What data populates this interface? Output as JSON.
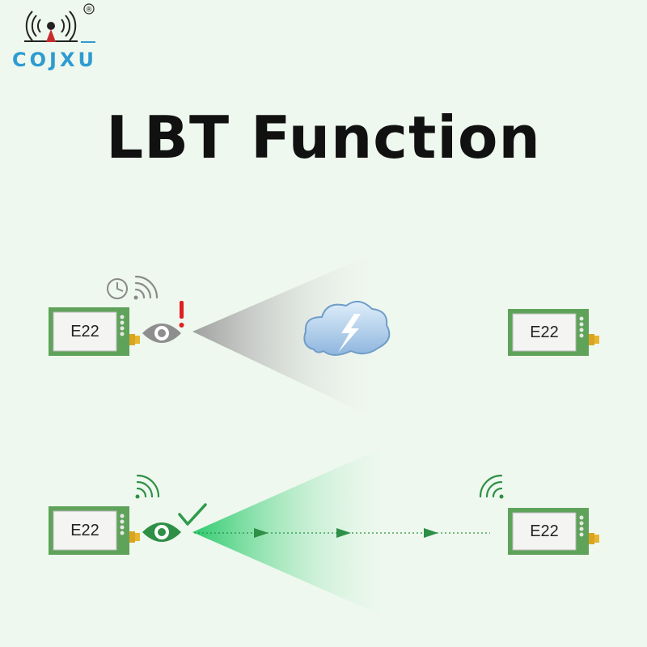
{
  "brand": {
    "name": "COJXU",
    "registered_mark": "®",
    "color": "#2f9bd1"
  },
  "title": "LBT Function",
  "scenarios": [
    {
      "state": "busy",
      "transmitter": {
        "label": "E22"
      },
      "receiver": {
        "label": "E22"
      },
      "listen_icon": "eye-icon",
      "status_icon": "exclamation-icon",
      "status_color": "#e02020",
      "extra_icons": [
        "clock-icon",
        "signal-waves-icon"
      ],
      "interference_icon": "cloud-lightning-icon"
    },
    {
      "state": "clear",
      "transmitter": {
        "label": "E22"
      },
      "receiver": {
        "label": "E22"
      },
      "listen_icon": "eye-icon",
      "status_icon": "check-icon",
      "status_color": "#2e9a4a",
      "extra_icons": [
        "signal-waves-icon",
        "signal-waves-icon"
      ],
      "arrow_icon": "arrow-right-icon"
    }
  ],
  "colors": {
    "background": "#eef8ee",
    "module_green": "#5fa35a",
    "beam_gray": "#b8b8b8",
    "beam_green": "#38d07a",
    "title": "#111111"
  }
}
